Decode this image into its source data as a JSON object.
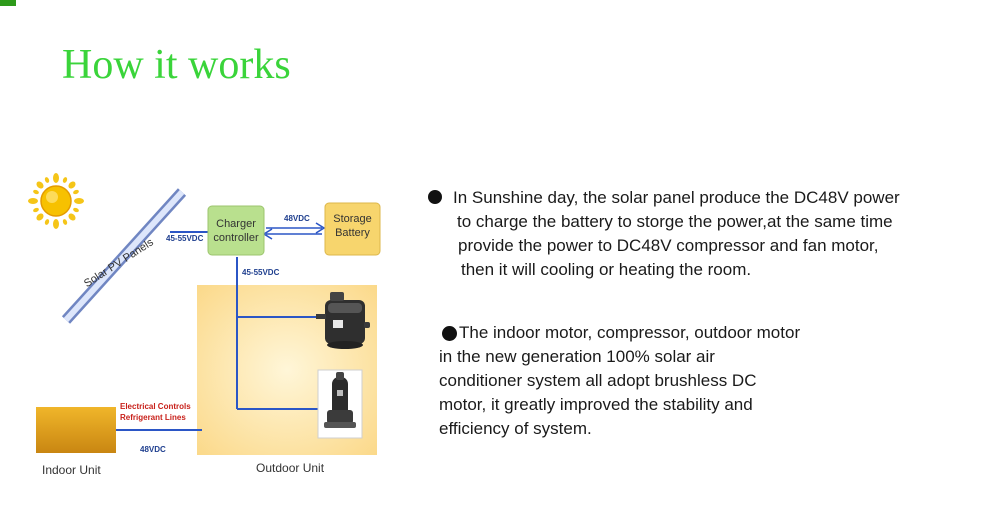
{
  "page": {
    "title": "How it works"
  },
  "diagram": {
    "solar_panel_label": "Solar PV Panels",
    "charger_label_line1": "Charger",
    "charger_label_line2": "controller",
    "storage_label_line1": "Storage",
    "storage_label_line2": "Battery",
    "voltage_panel_to_charger": "45-55VDC",
    "voltage_charger_to_battery": "48VDC",
    "voltage_charger_down": "45-55VDC",
    "electrical_controls": "Electrical Controls",
    "refrigerant_lines": "Refrigerant Lines",
    "voltage_indoor": "48VDC",
    "indoor_unit_label": "Indoor Unit",
    "outdoor_unit_label": "Outdoor Unit",
    "icons": [
      "sun-icon",
      "compressor-icon",
      "fan-motor-icon"
    ],
    "colors": {
      "charger_box": "#b9e08e",
      "storage_box": "#f7d56d",
      "outdoor_unit_bg": "#fdeab0",
      "indoor_unit": "#e3a21a",
      "wire": "#2b56c6",
      "sun": "#f5c518"
    }
  },
  "content": {
    "paragraph1": [
      "In Sunshine day, the solar panel produce the DC48V power",
      "to charge the battery to storge the power,at the same time",
      "provide the power to DC48V compressor and fan motor,",
      "then it will cooling or heating the room."
    ],
    "paragraph2": [
      "The indoor motor, compressor, outdoor motor",
      "in the new generation 100% solar air",
      "conditioner system all adopt brushless DC",
      "motor, it greatly improved the stability and",
      "efficiency of system."
    ]
  },
  "colors": {
    "title": "#3ad43a",
    "accent_bar": "#2e9a1a",
    "text": "#1a1a1a"
  }
}
